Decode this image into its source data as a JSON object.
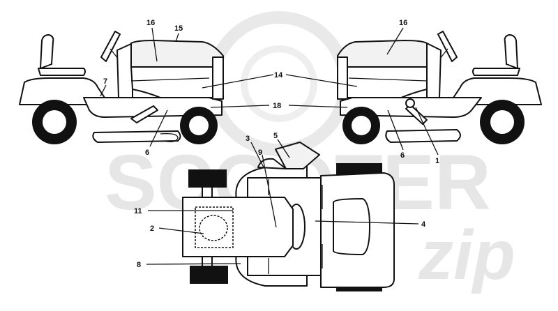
{
  "watermark": {
    "text_main": "SCOOTER",
    "text_script": "zip",
    "color": "#e6e6e6"
  },
  "labels": {
    "l1": "1",
    "l2": "2",
    "l3": "3",
    "l4": "4",
    "l5": "5",
    "l6a": "6",
    "l6b": "6",
    "l7": "7",
    "l8": "8",
    "l9": "9",
    "l11": "11",
    "l14": "14",
    "l15": "15",
    "l16a": "16",
    "l16b": "16",
    "l18": "18"
  },
  "colors": {
    "ink": "#111111",
    "tire": "#111111",
    "panel": "#f2f2f2"
  }
}
